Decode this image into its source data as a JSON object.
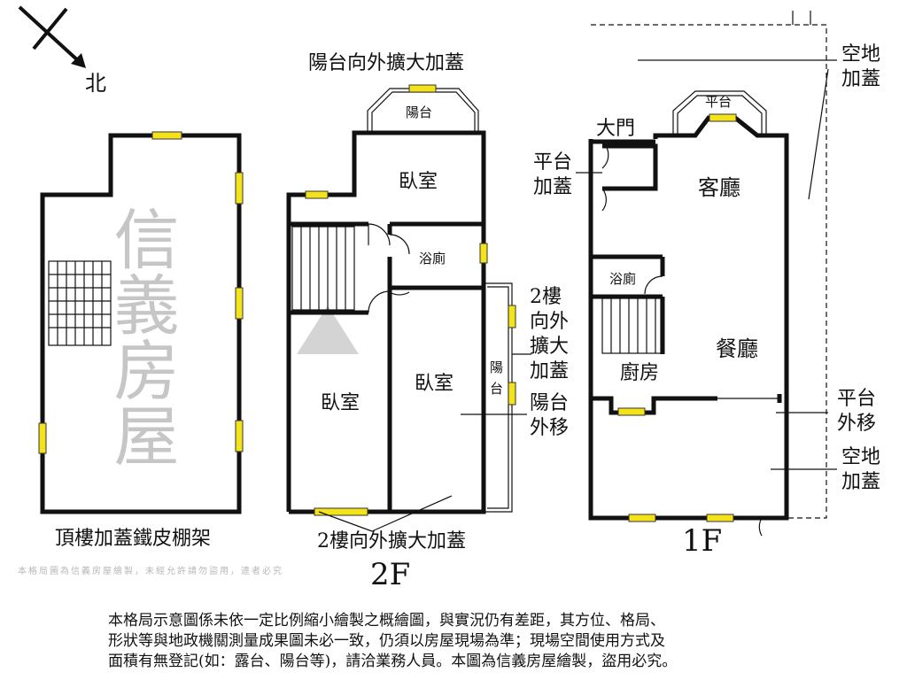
{
  "compass": {
    "label": "北"
  },
  "roof": {
    "caption": "頂樓加蓋鐵皮棚架"
  },
  "floor2": {
    "floor_label": "2F",
    "balcony_top_note": "陽台向外擴大加蓋",
    "balcony_top": "陽台",
    "bedroom_top": "臥室",
    "bath": "浴廁",
    "bedroom_left": "臥室",
    "bedroom_right": "臥室",
    "balcony_side_1": "陽",
    "balcony_side_2": "台",
    "note_2f_1": "2樓",
    "note_2f_2": "向外",
    "note_2f_3": "擴大",
    "note_2f_4": "加蓋",
    "note_bal_1": "陽台",
    "note_bal_2": "外移",
    "bottom_note": "2樓向外擴大加蓋"
  },
  "floor1": {
    "floor_label": "1F",
    "platform_top": "平台",
    "gate": "大門",
    "platform_add_1": "平台",
    "platform_add_2": "加蓋",
    "living": "客廳",
    "bath": "浴廁",
    "dining": "餐廳",
    "kitchen": "廚房",
    "vacant_1": "空地",
    "vacant_2": "加蓋",
    "platform_move_1": "平台",
    "platform_move_2": "外移",
    "vacant_b1": "空地",
    "vacant_b2": "加蓋"
  },
  "watermark": {
    "brand": "信義房屋",
    "text": "本格局圖為信義房屋繪製，未經允許請勿盜用，違者必究"
  },
  "disclaimer": [
    "本格局示意圖係未依一定比例縮小繪製之概繪圖，與實況仍有差距，其方位、格局、",
    "形狀等與地政機關測量成果圖未必一致，仍須以房屋現場為準；現場空間使用方式及",
    "面積有無登記(如：露台、陽台等)，請洽業務人員。本圖為信義房屋繪製，盜用必究。"
  ],
  "colors": {
    "wall": "#111111",
    "window": "#f4e21a",
    "watermark": "#999999"
  }
}
